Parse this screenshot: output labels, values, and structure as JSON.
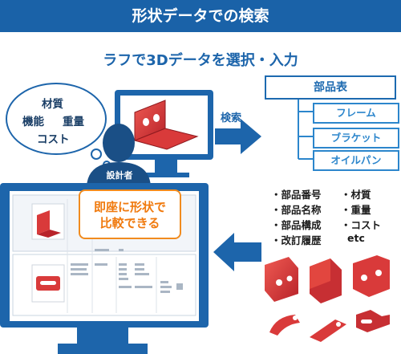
{
  "header": {
    "title": "形状データでの検索"
  },
  "subtitle": "ラフで3Dデータを選択・入力",
  "attribute_bubble": {
    "items": [
      "材質",
      "機能",
      "重量",
      "コスト"
    ]
  },
  "designer_label": "設計者",
  "search_label": "検索",
  "parts_tree": {
    "root": "部品表",
    "children": [
      "フレーム",
      "ブラケット",
      "オイルパン"
    ]
  },
  "attributes": {
    "left": [
      "・部品番号",
      "・部品名称",
      "・部品構成",
      "・改訂履歴"
    ],
    "right": [
      "・材質",
      "・重量",
      "・コスト",
      "etc"
    ]
  },
  "callout": {
    "line1": "即座に形状で",
    "line2": "比較できる"
  },
  "colors": {
    "header": "#1a62a8",
    "accent": "#1d65ab",
    "part": "#d93a3a",
    "callout": "#f07a0e"
  }
}
